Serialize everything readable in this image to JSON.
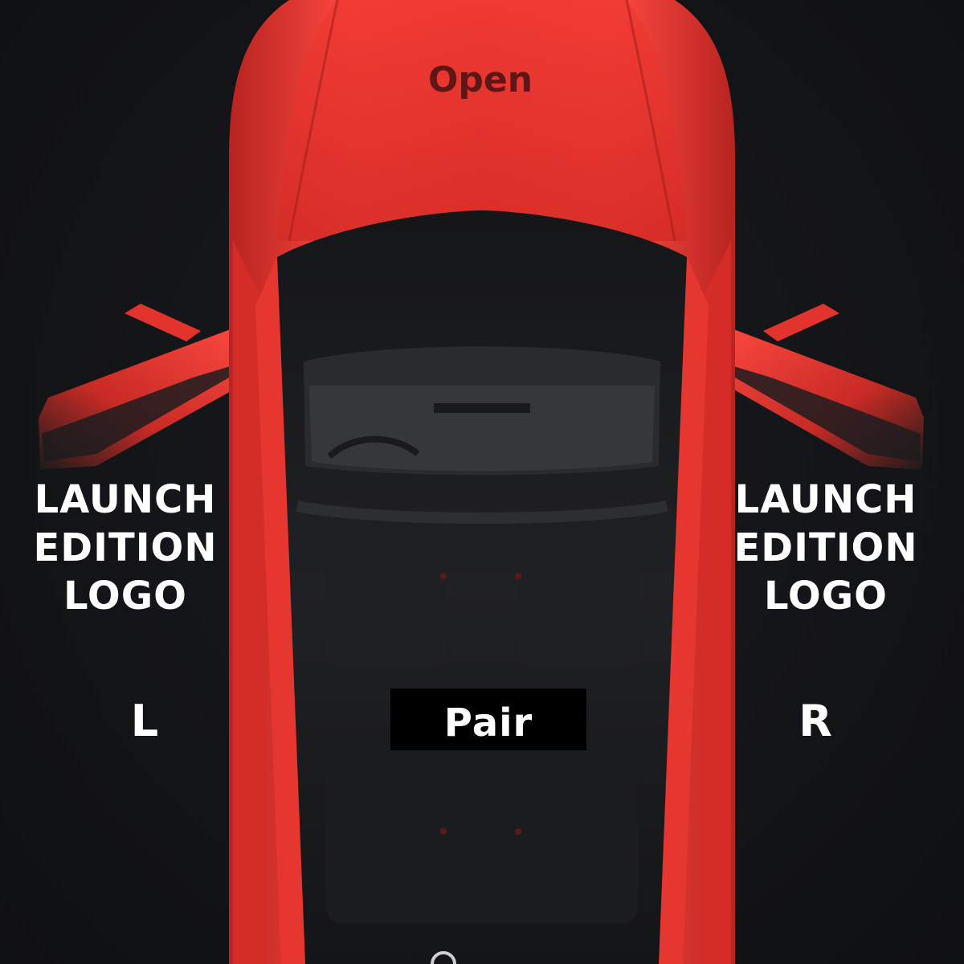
{
  "colors": {
    "background": "#121316",
    "car_body": "#e83530",
    "cabin_glass": "#1e1f22",
    "pair_button_bg": "#000000",
    "label_text": "#ffffff",
    "open_text": "#5e1616"
  },
  "car": {
    "view": "top-down",
    "doors_open": [
      "left-front",
      "right-front"
    ],
    "hood_label": "Open"
  },
  "labels": {
    "left_logo": [
      "LAUNCH",
      "EDITION",
      "LOGO"
    ],
    "right_logo": [
      "LAUNCH",
      "EDITION",
      "LOGO"
    ],
    "left_side": "L",
    "right_side": "R"
  },
  "pair_button": {
    "label": "Pair"
  }
}
